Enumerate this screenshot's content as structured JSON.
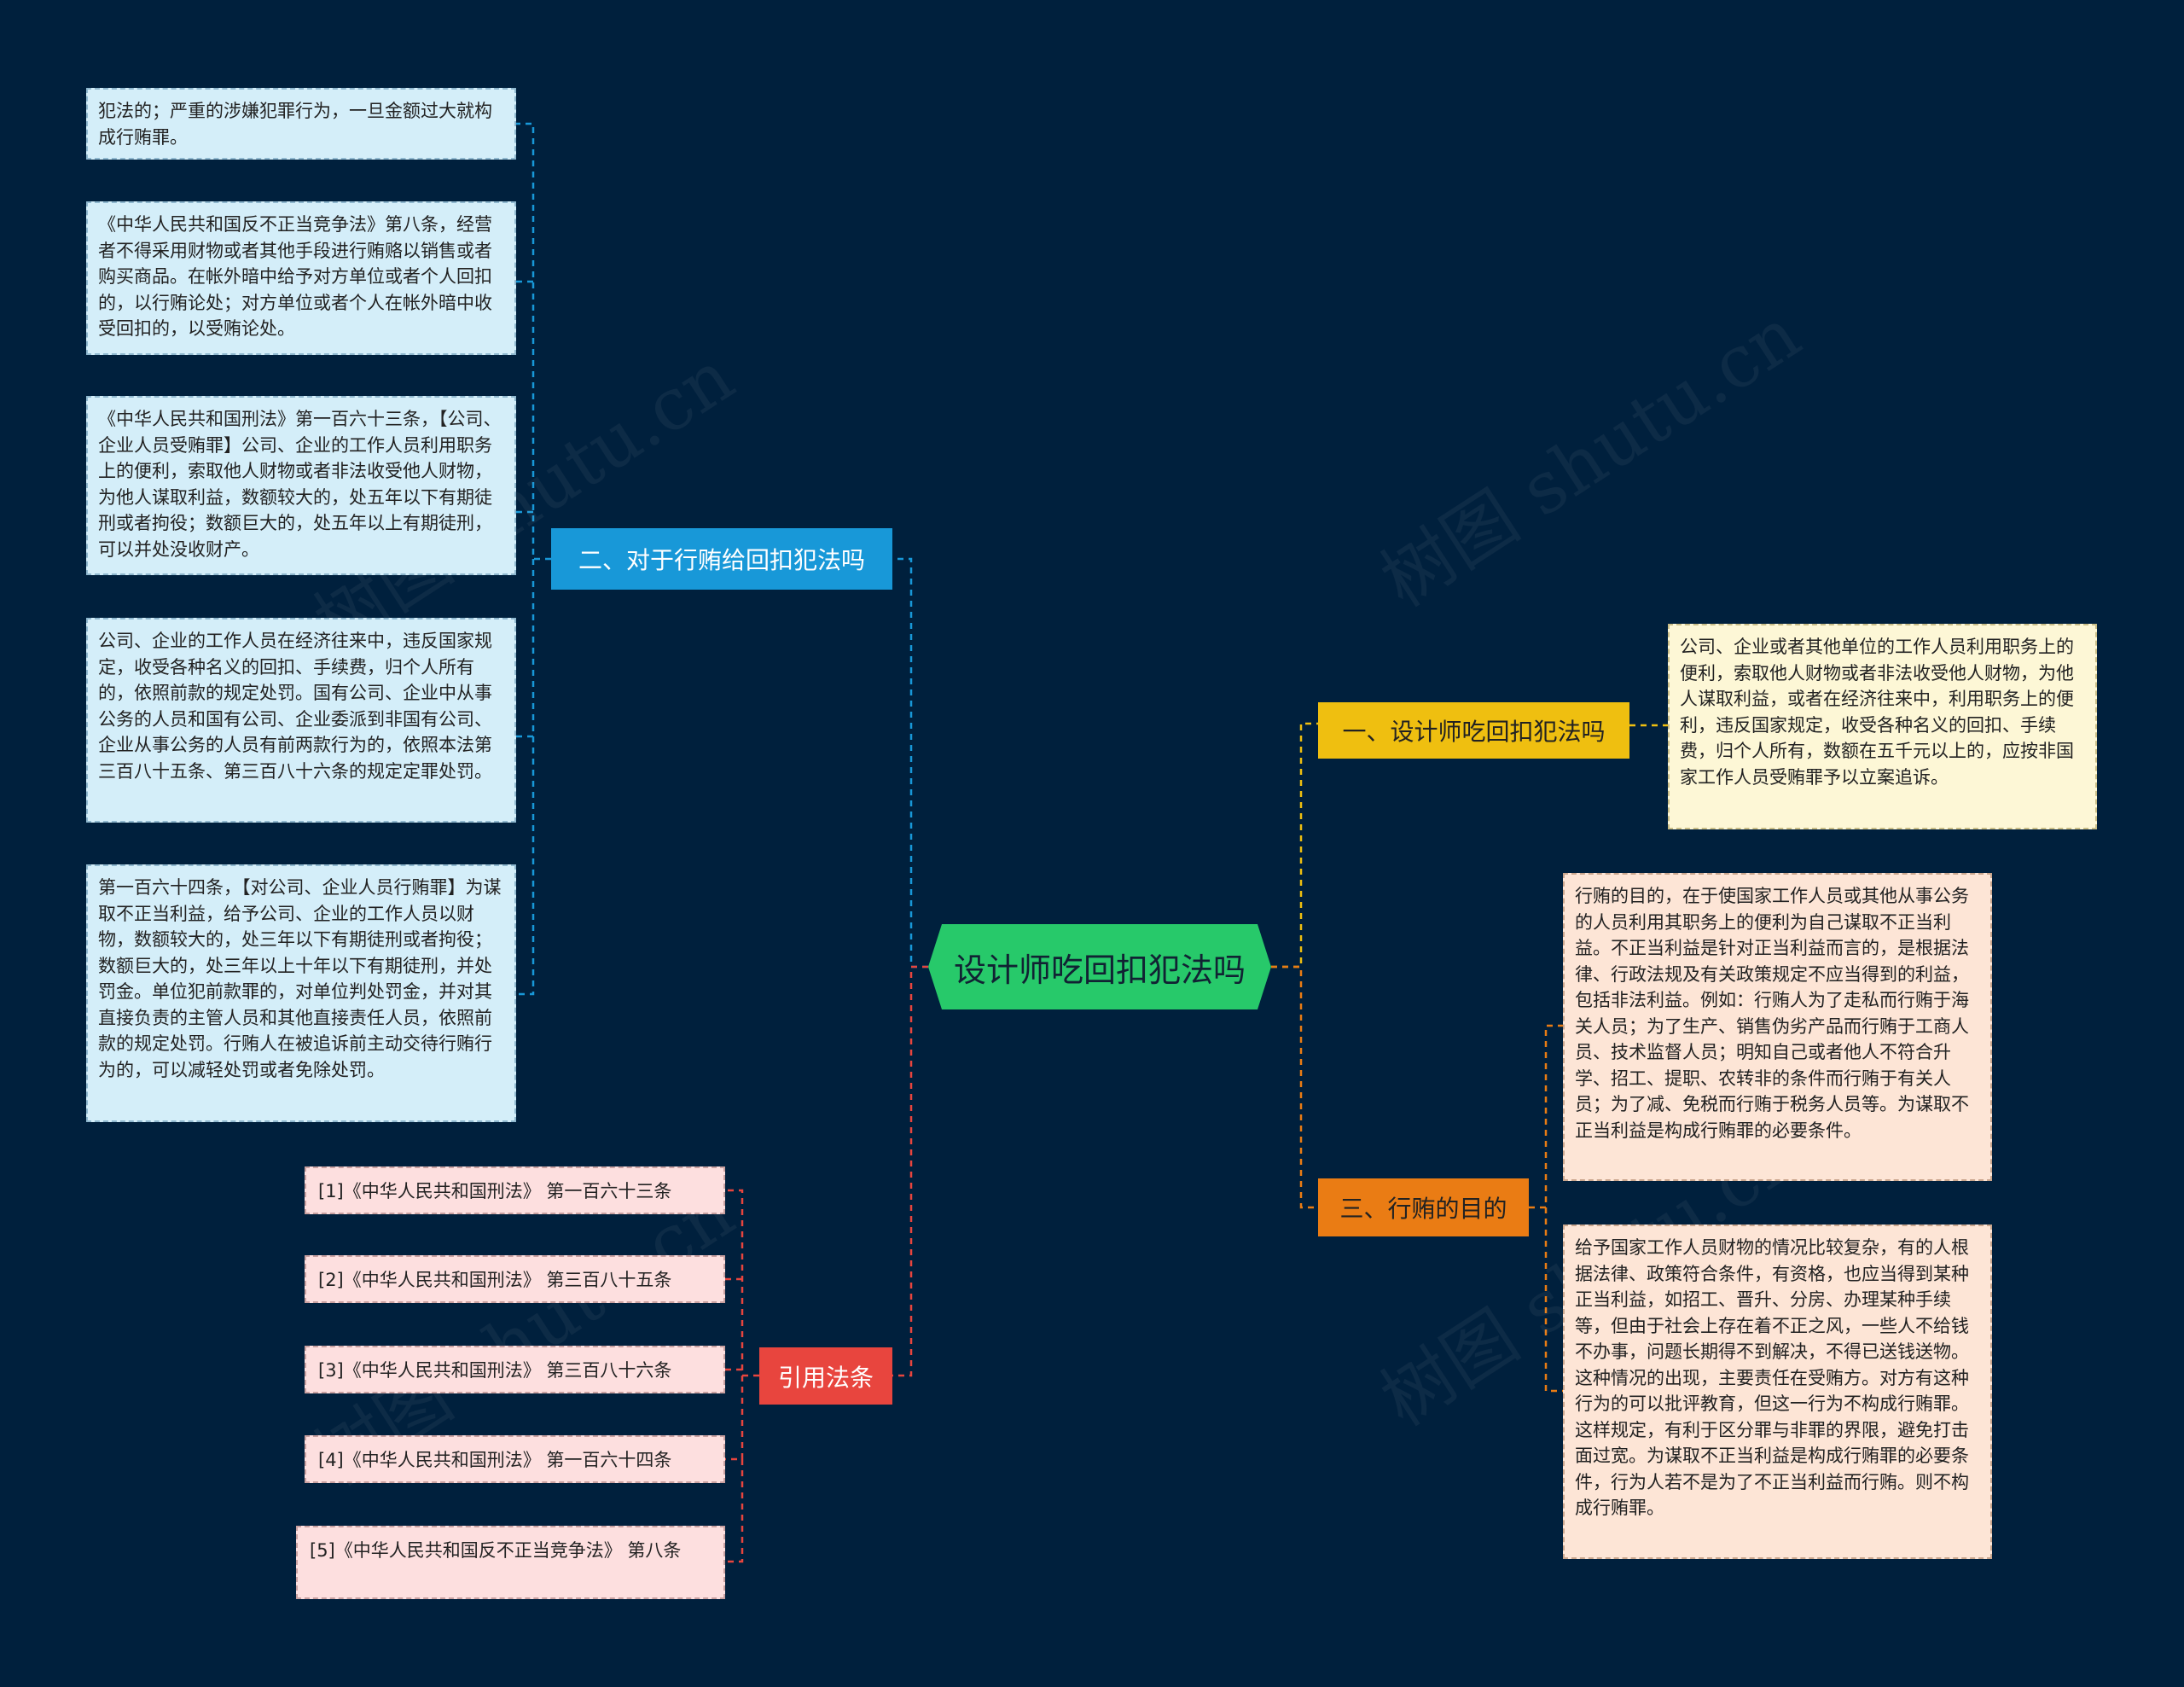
{
  "root": {
    "label": "设计师吃回扣犯法吗"
  },
  "branches": {
    "b1": {
      "label": "一、设计师吃回扣犯法吗",
      "leaves": [
        "公司、企业或者其他单位的工作人员利用职务上的便利，索取他人财物或者非法收受他人财物，为他人谋取利益，或者在经济往来中，利用职务上的便利，违反国家规定，收受各种名义的回扣、手续费，归个人所有，数额在五千元以上的，应按非国家工作人员受贿罪予以立案追诉。"
      ]
    },
    "b2": {
      "label": "二、对于行贿给回扣犯法吗",
      "leaves": [
        "犯法的；严重的涉嫌犯罪行为，一旦金额过大就构成行贿罪。",
        "《中华人民共和国反不正当竞争法》第八条，经营者不得采用财物或者其他手段进行贿赂以销售或者购买商品。在帐外暗中给予对方单位或者个人回扣的，以行贿论处；对方单位或者个人在帐外暗中收受回扣的，以受贿论处。",
        "《中华人民共和国刑法》第一百六十三条，【公司、企业人员受贿罪】公司、企业的工作人员利用职务上的便利，索取他人财物或者非法收受他人财物，为他人谋取利益，数额较大的，处五年以下有期徒刑或者拘役；数额巨大的，处五年以上有期徒刑，可以并处没收财产。",
        "公司、企业的工作人员在经济往来中，违反国家规定，收受各种名义的回扣、手续费，归个人所有的，依照前款的规定处罚。国有公司、企业中从事公务的人员和国有公司、企业委派到非国有公司、企业从事公务的人员有前两款行为的，依照本法第三百八十五条、第三百八十六条的规定定罪处罚。",
        "第一百六十四条，【对公司、企业人员行贿罪】为谋取不正当利益，给予公司、企业的工作人员以财物，数额较大的，处三年以下有期徒刑或者拘役；数额巨大的，处三年以上十年以下有期徒刑，并处罚金。单位犯前款罪的，对单位判处罚金，并对其直接负责的主管人员和其他直接责任人员，依照前款的规定处罚。行贿人在被追诉前主动交待行贿行为的，可以减轻处罚或者免除处罚。"
      ]
    },
    "b3": {
      "label": "三、行贿的目的",
      "leaves": [
        "行贿的目的，在于使国家工作人员或其他从事公务的人员利用其职务上的便利为自己谋取不正当利益。不正当利益是针对正当利益而言的，是根据法律、行政法规及有关政策规定不应当得到的利益，包括非法利益。例如：行贿人为了走私而行贿于海关人员；为了生产、销售伪劣产品而行贿于工商人员、技术监督人员；明知自己或者他人不符合升学、招工、提职、农转非的条件而行贿于有关人员；为了减、免税而行贿于税务人员等。为谋取不正当利益是构成行贿罪的必要条件。",
        "给予国家工作人员财物的情况比较复杂，有的人根据法律、政策符合条件，有资格，也应当得到某种正当利益，如招工、晋升、分房、办理某种手续等，但由于社会上存在着不正之风，一些人不给钱不办事，问题长期得不到解决，不得已送钱送物。这种情况的出现，主要责任在受贿方。对方有这种行为的可以批评教育，但这一行为不构成行贿罪。这样规定，有利于区分罪与非罪的界限，避免打击面过宽。为谋取不正当利益是构成行贿罪的必要条件，行为人若不是为了不正当利益而行贿。则不构成行贿罪。"
      ]
    },
    "b4": {
      "label": "引用法条",
      "leaves": [
        "[1]《中华人民共和国刑法》 第一百六十三条",
        "[2]《中华人民共和国刑法》 第三百八十五条",
        "[3]《中华人民共和国刑法》 第三百八十六条",
        "[4]《中华人民共和国刑法》 第一百六十四条",
        "[5]《中华人民共和国反不正当竞争法》 第八条"
      ]
    }
  },
  "colors": {
    "background": "#00203d",
    "root": "#27c96a",
    "blue": "#1898d8",
    "yellow": "#efbf10",
    "orange": "#ea7c14",
    "red": "#e8453e"
  },
  "watermark": "树图 shutu.cn"
}
